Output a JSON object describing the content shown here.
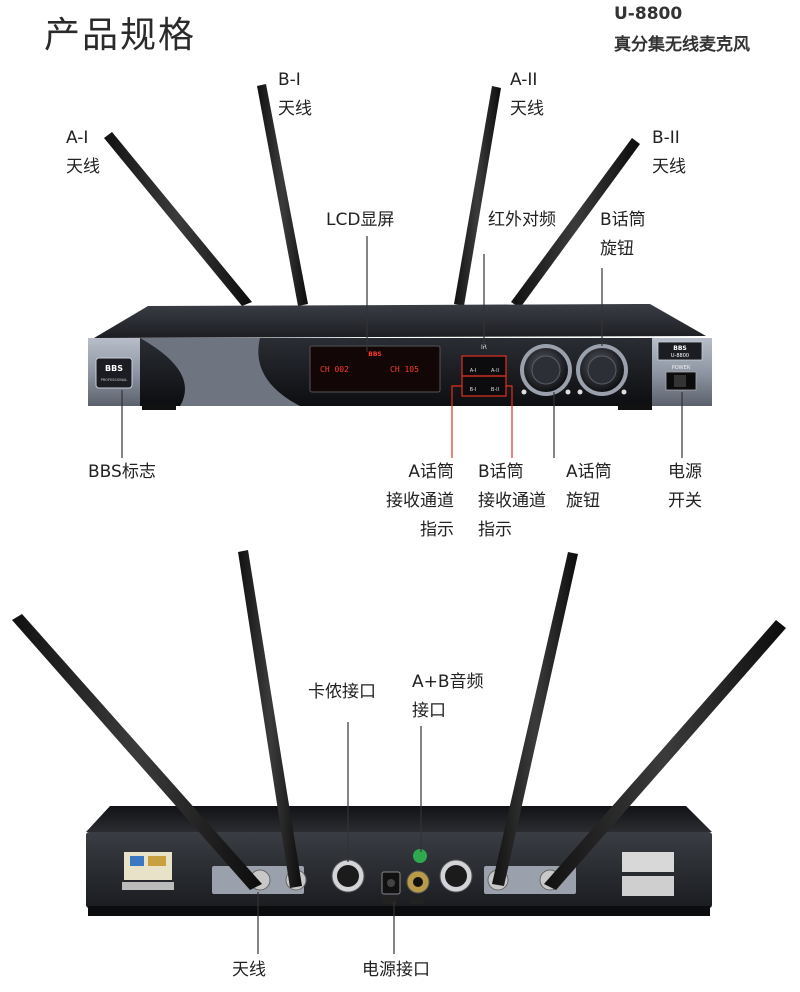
{
  "header": {
    "title": "产品规格",
    "model": "U-8800",
    "subtitle": "真分集无线麦克风"
  },
  "front": {
    "device": {
      "logo": "BBS",
      "logo_sub": "PROFESSIONAL",
      "badge_brand": "BBS",
      "badge_model": "U-8800",
      "power_text": "POWER",
      "ir_text": "IR",
      "channel_a_tag": "A-I",
      "channel_a2_tag": "A-II",
      "channel_b_tag": "B-I",
      "channel_b2_tag": "B-II",
      "lcd_brand": "BBS",
      "lcd_left": "CH 002",
      "lcd_right": "CH 105"
    },
    "labels": {
      "ant_a1_code": "A-I",
      "ant_a1_text": "天线",
      "ant_b1_code": "B-I",
      "ant_b1_text": "天线",
      "ant_a2_code": "A-II",
      "ant_a2_text": "天线",
      "ant_b2_code": "B-II",
      "ant_b2_text": "天线",
      "lcd": "LCD显屏",
      "ir": "红外对频",
      "knob_b_1": "B话筒",
      "knob_b_2": "旋钮",
      "bbs_logo": "BBS标志",
      "chan_a_1": "A话筒",
      "chan_a_2": "接收通道",
      "chan_a_3": "指示",
      "chan_b_1": "B话筒",
      "chan_b_2": "接收通道",
      "chan_b_3": "指示",
      "knob_a_1": "A话筒",
      "knob_a_2": "旋钮",
      "power_1": "电源",
      "power_2": "开关"
    }
  },
  "rear": {
    "labels": {
      "xlr": "卡侬接口",
      "audio_1": "A+B音频",
      "audio_2": "接口",
      "antenna": "天线",
      "dc": "电源接口"
    }
  },
  "colors": {
    "accent_red": "#e03020",
    "lcd_red": "#ff3a2a",
    "panel_dark": "#1b1d22",
    "panel_silver": "#8f97a4"
  }
}
